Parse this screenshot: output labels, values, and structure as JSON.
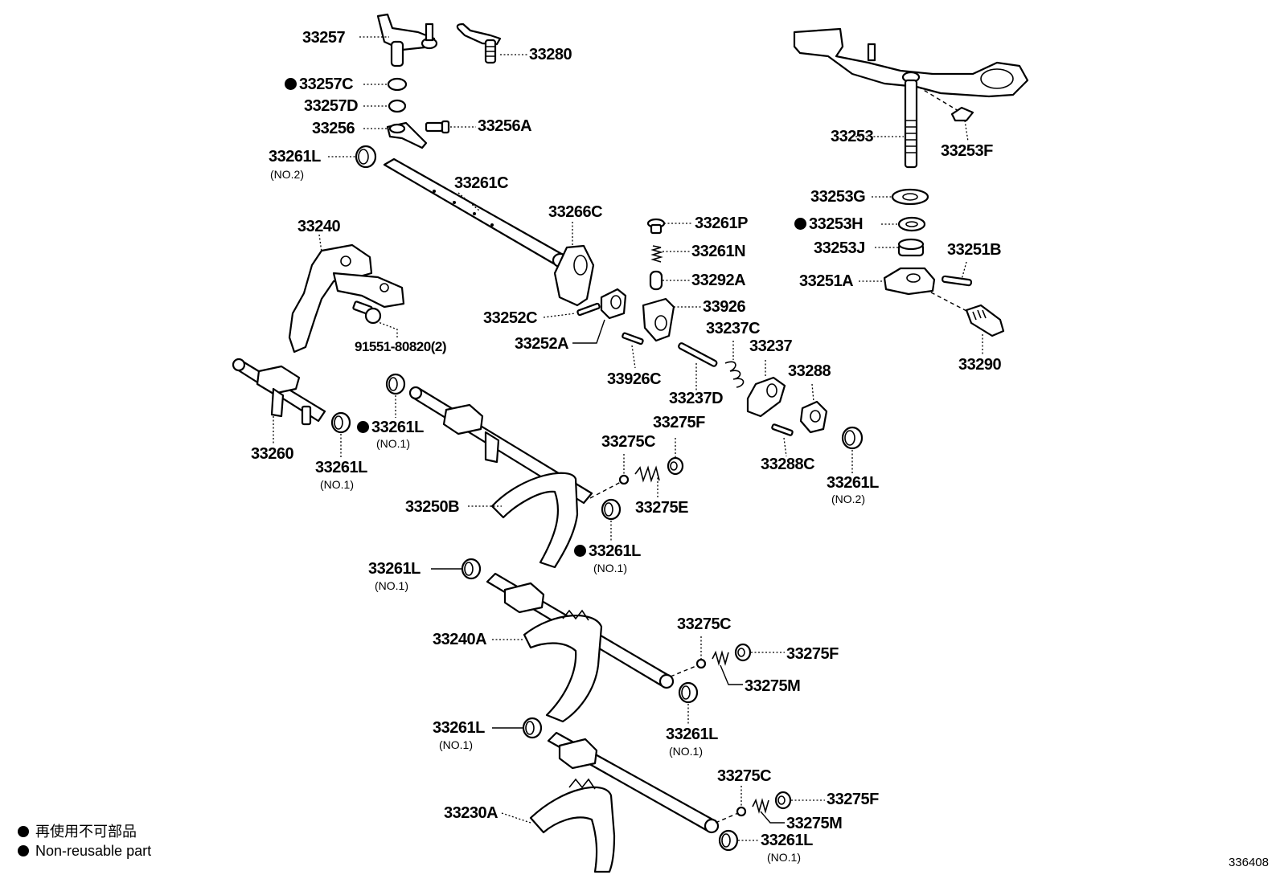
{
  "labels": {
    "p33257": "33257",
    "p33280": "33280",
    "p33257C": "33257C",
    "p33257D": "33257D",
    "p33256": "33256",
    "p33256A": "33256A",
    "p33261L_a": "33261L",
    "p33261C": "33261C",
    "p33266C": "33266C",
    "p33240": "33240",
    "p33252C": "33252C",
    "p33252A": "33252A",
    "p91551": "91551-80820(2)",
    "p33261P": "33261P",
    "p33261N": "33261N",
    "p33292A": "33292A",
    "p33926": "33926",
    "p33237C": "33237C",
    "p33237": "33237",
    "p33926C": "33926C",
    "p33237D": "33237D",
    "p33288": "33288",
    "p33288C": "33288C",
    "p33261L_b": "33261L",
    "p33253": "33253",
    "p33253F": "33253F",
    "p33253G": "33253G",
    "p33253H": "33253H",
    "p33253J": "33253J",
    "p33251B": "33251B",
    "p33251A": "33251A",
    "p33290": "33290",
    "p33260": "33260",
    "p33261L_c": "33261L",
    "p33261L_d": "33261L",
    "p33275F_a": "33275F",
    "p33275C_a": "33275C",
    "p33275E": "33275E",
    "p33250B": "33250B",
    "p33261L_e": "33261L",
    "p33261L_f": "33261L",
    "p33240A": "33240A",
    "p33275C_b": "33275C",
    "p33275F_b": "33275F",
    "p33275M_a": "33275M",
    "p33261L_g": "33261L",
    "p33261L_h": "33261L",
    "p33275C_c": "33275C",
    "p33275F_c": "33275F",
    "p33275M_b": "33275M",
    "p33230A": "33230A",
    "p33261L_i": "33261L"
  },
  "sublabels": {
    "no2": "(NO.2)",
    "no1": "(NO.1)"
  },
  "legend": {
    "line1": "再使用不可部品",
    "line2": "Non-reusable part"
  },
  "catalog_number": "336408"
}
